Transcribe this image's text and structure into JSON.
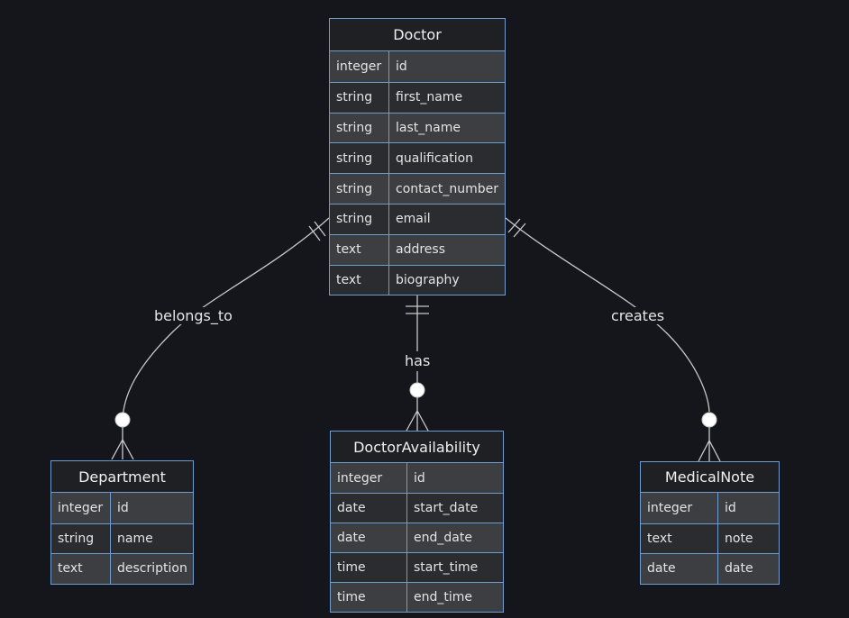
{
  "entities": {
    "doctor": {
      "title": "Doctor",
      "attributes": [
        {
          "type": "integer",
          "name": "id"
        },
        {
          "type": "string",
          "name": "first_name"
        },
        {
          "type": "string",
          "name": "last_name"
        },
        {
          "type": "string",
          "name": "qualification"
        },
        {
          "type": "string",
          "name": "contact_number"
        },
        {
          "type": "string",
          "name": "email"
        },
        {
          "type": "text",
          "name": "address"
        },
        {
          "type": "text",
          "name": "biography"
        }
      ]
    },
    "department": {
      "title": "Department",
      "attributes": [
        {
          "type": "integer",
          "name": "id"
        },
        {
          "type": "string",
          "name": "name"
        },
        {
          "type": "text",
          "name": "description"
        }
      ]
    },
    "doctor_availability": {
      "title": "DoctorAvailability",
      "attributes": [
        {
          "type": "integer",
          "name": "id"
        },
        {
          "type": "date",
          "name": "start_date"
        },
        {
          "type": "date",
          "name": "end_date"
        },
        {
          "type": "time",
          "name": "start_time"
        },
        {
          "type": "time",
          "name": "end_time"
        }
      ]
    },
    "medical_note": {
      "title": "MedicalNote",
      "attributes": [
        {
          "type": "integer",
          "name": "id"
        },
        {
          "type": "text",
          "name": "note"
        },
        {
          "type": "date",
          "name": "date"
        }
      ]
    }
  },
  "relationships": {
    "belongs_to": {
      "label": "belongs_to",
      "from": "Doctor",
      "to": "Department",
      "from_cardinality": "exactly-one",
      "to_cardinality": "zero-or-more"
    },
    "has": {
      "label": "has",
      "from": "Doctor",
      "to": "DoctorAvailability",
      "from_cardinality": "exactly-one",
      "to_cardinality": "zero-or-more"
    },
    "creates": {
      "label": "creates",
      "from": "Doctor",
      "to": "MedicalNote",
      "from_cardinality": "exactly-one",
      "to_cardinality": "zero-or-more"
    }
  },
  "colors": {
    "background": "#15161b",
    "border": "#6f9ccf",
    "header": "#1f2024",
    "row_alt": "#3d3e42",
    "row_base": "#2b2c30",
    "edge": "#c8c8c8"
  }
}
